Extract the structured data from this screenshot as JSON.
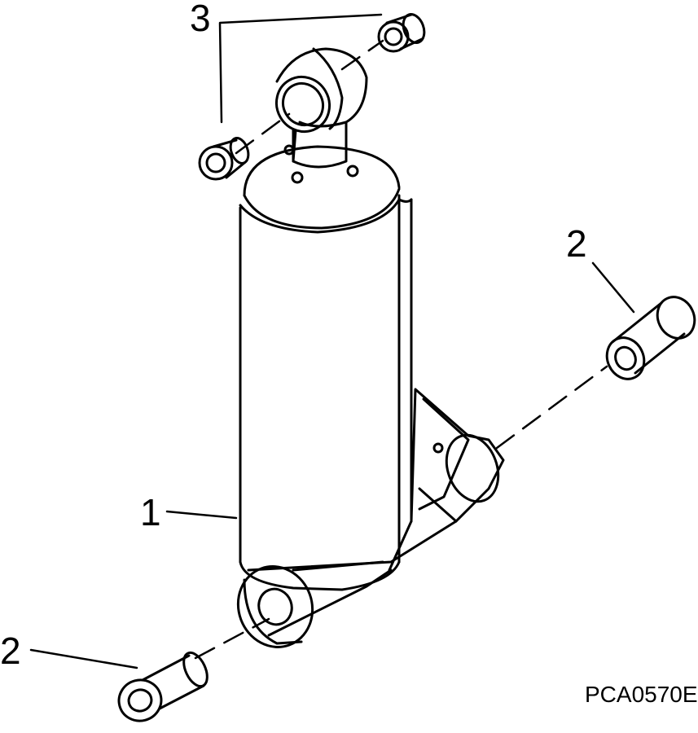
{
  "callouts": {
    "cylinder": "1",
    "pin_right": "2",
    "pin_left": "2",
    "bushing_top": "3"
  },
  "figure_code": "PCA0570E",
  "colors": {
    "ink": "#000000",
    "paper": "#ffffff"
  }
}
